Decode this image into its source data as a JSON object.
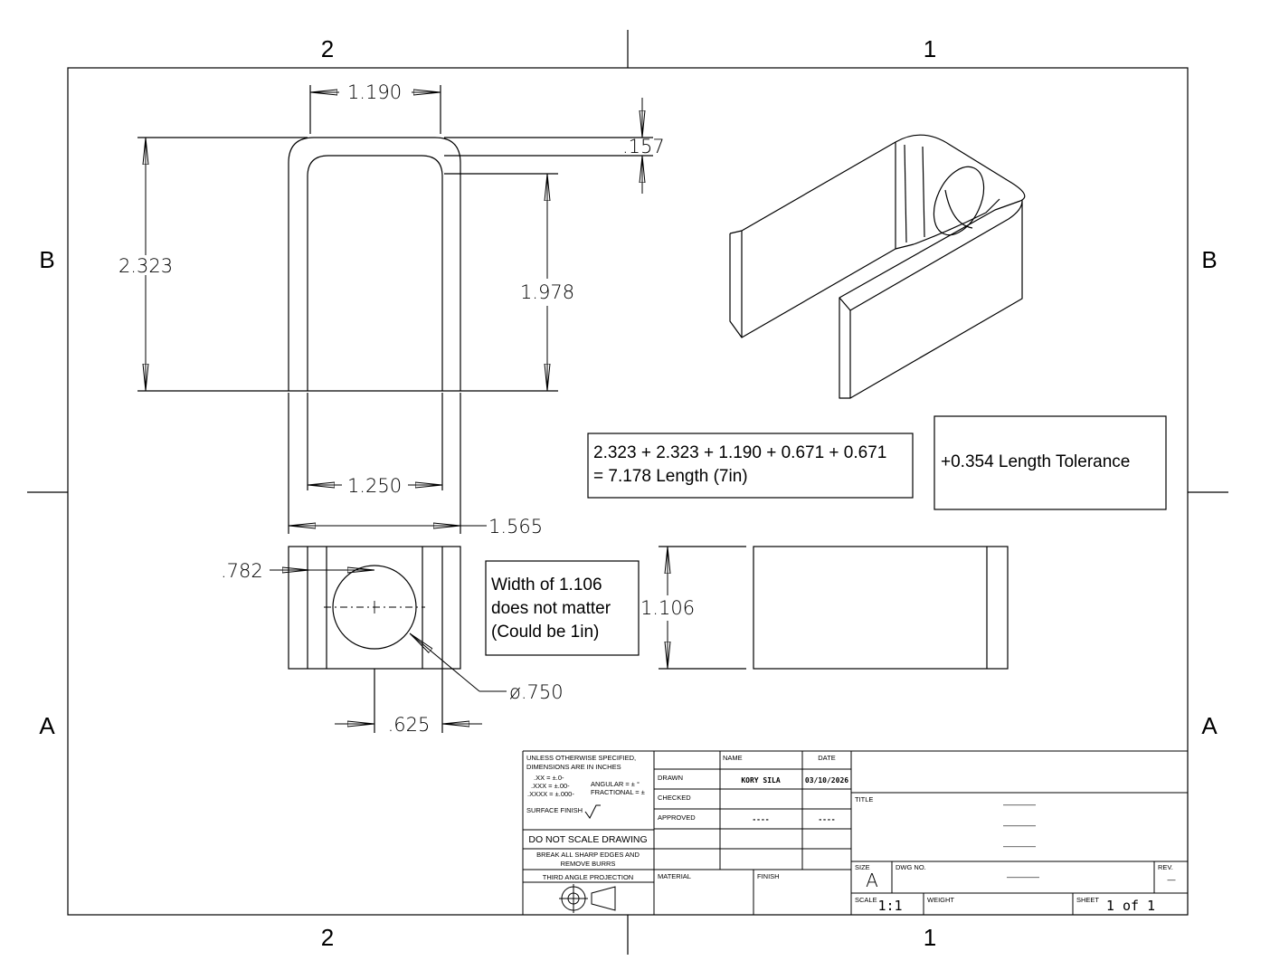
{
  "zones": {
    "top_left": "2",
    "top_right": "1",
    "bottom_left": "2",
    "bottom_right": "1",
    "left_upper": "B",
    "left_lower": "A",
    "right_upper": "B",
    "right_lower": "A"
  },
  "dimensions": {
    "top_width": "1.190",
    "wall_thickness": ".157",
    "outer_height": "2.323",
    "inner_height": "1.978",
    "inner_width": "1.250",
    "outer_width": "1.565",
    "hole_offset": ".782",
    "hole_diameter": "ø.750",
    "hole_center": ".625",
    "depth": "1.106"
  },
  "notes": {
    "length_calc_line1": "2.323 + 2.323 + 1.190 + 0.671 + 0.671",
    "length_calc_line2": "= 7.178 Length (7in)",
    "tolerance": "+0.354 Length Tolerance",
    "width_line1": "Width of 1.106",
    "width_line2": "does not matter",
    "width_line3": "(Could be 1in)"
  },
  "title_block": {
    "spec_line1": "UNLESS OTHERWISE SPECIFIED,",
    "spec_line2": "DIMENSIONS ARE IN INCHES",
    "tol_xx": ".XX = ±.0-",
    "tol_xxx": ".XXX = ±.00-",
    "tol_xxxx": ".XXXX = ±.000-",
    "angular": "ANGULAR = ± °",
    "fractional": "FRACTIONAL = ±",
    "surface_finish": "SURFACE FINISH",
    "do_not_scale": "DO NOT SCALE DRAWING",
    "break_edges_1": "BREAK ALL SHARP EDGES AND",
    "break_edges_2": "REMOVE BURRS",
    "projection": "THIRD ANGLE PROJECTION",
    "name_header": "NAME",
    "date_header": "DATE",
    "drawn_label": "DRAWN",
    "drawn_name": "KORY SILA",
    "drawn_date": "03/10/2026",
    "checked_label": "CHECKED",
    "approved_label": "APPROVED",
    "approved_name": "----",
    "approved_date": "----",
    "material_label": "MATERIAL",
    "finish_label": "FINISH",
    "title_label": "TITLE",
    "title_line1": "————",
    "title_line2": "————",
    "title_line3": "————",
    "size_label": "SIZE",
    "size_value": "A",
    "dwg_label": "DWG NO.",
    "dwg_value": "————",
    "rev_label": "REV.",
    "rev_value": "—",
    "scale_label": "SCALE",
    "scale_value": "1:1",
    "weight_label": "WEIGHT",
    "sheet_label": "SHEET",
    "sheet_value": "1 of 1"
  }
}
